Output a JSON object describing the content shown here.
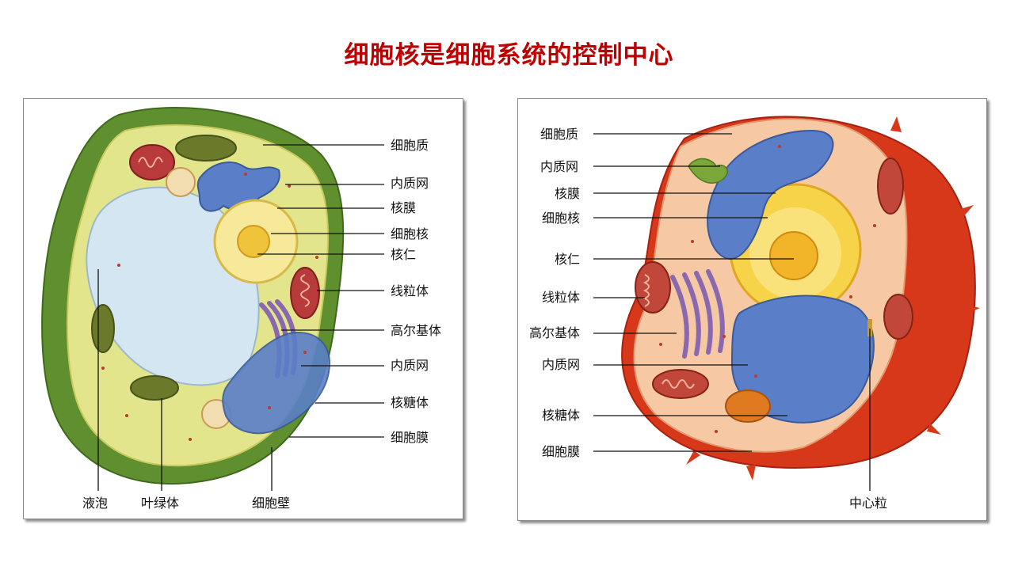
{
  "title": "细胞核是细胞系统的控制中心",
  "plant_cell": {
    "labels_right": [
      "细胞质",
      "内质网",
      "核膜",
      "细胞核",
      "核仁",
      "线粒体",
      "高尔基体",
      "内质网",
      "核糖体",
      "细胞膜"
    ],
    "labels_bottom": [
      "液泡",
      "叶绿体",
      "细胞壁"
    ]
  },
  "animal_cell": {
    "labels_left": [
      "细胞质",
      "内质网",
      "核膜",
      "细胞核",
      "核仁",
      "线粒体",
      "高尔基体",
      "内质网",
      "核糖体",
      "细胞膜"
    ],
    "labels_bottom": [
      "中心粒"
    ]
  },
  "colors": {
    "title": "#c00000",
    "cell_wall": "#5c8a2c",
    "cytoplasm_plant": "#e4e68a",
    "vacuole": "#d3e6f2",
    "nucleus": "#f5d24a",
    "er": "#5a7fc8",
    "mitochondria": "#b83a3a",
    "golgi": "#8a68b0",
    "animal_membrane": "#d63a18",
    "animal_cytoplasm": "#f6c8a4"
  }
}
